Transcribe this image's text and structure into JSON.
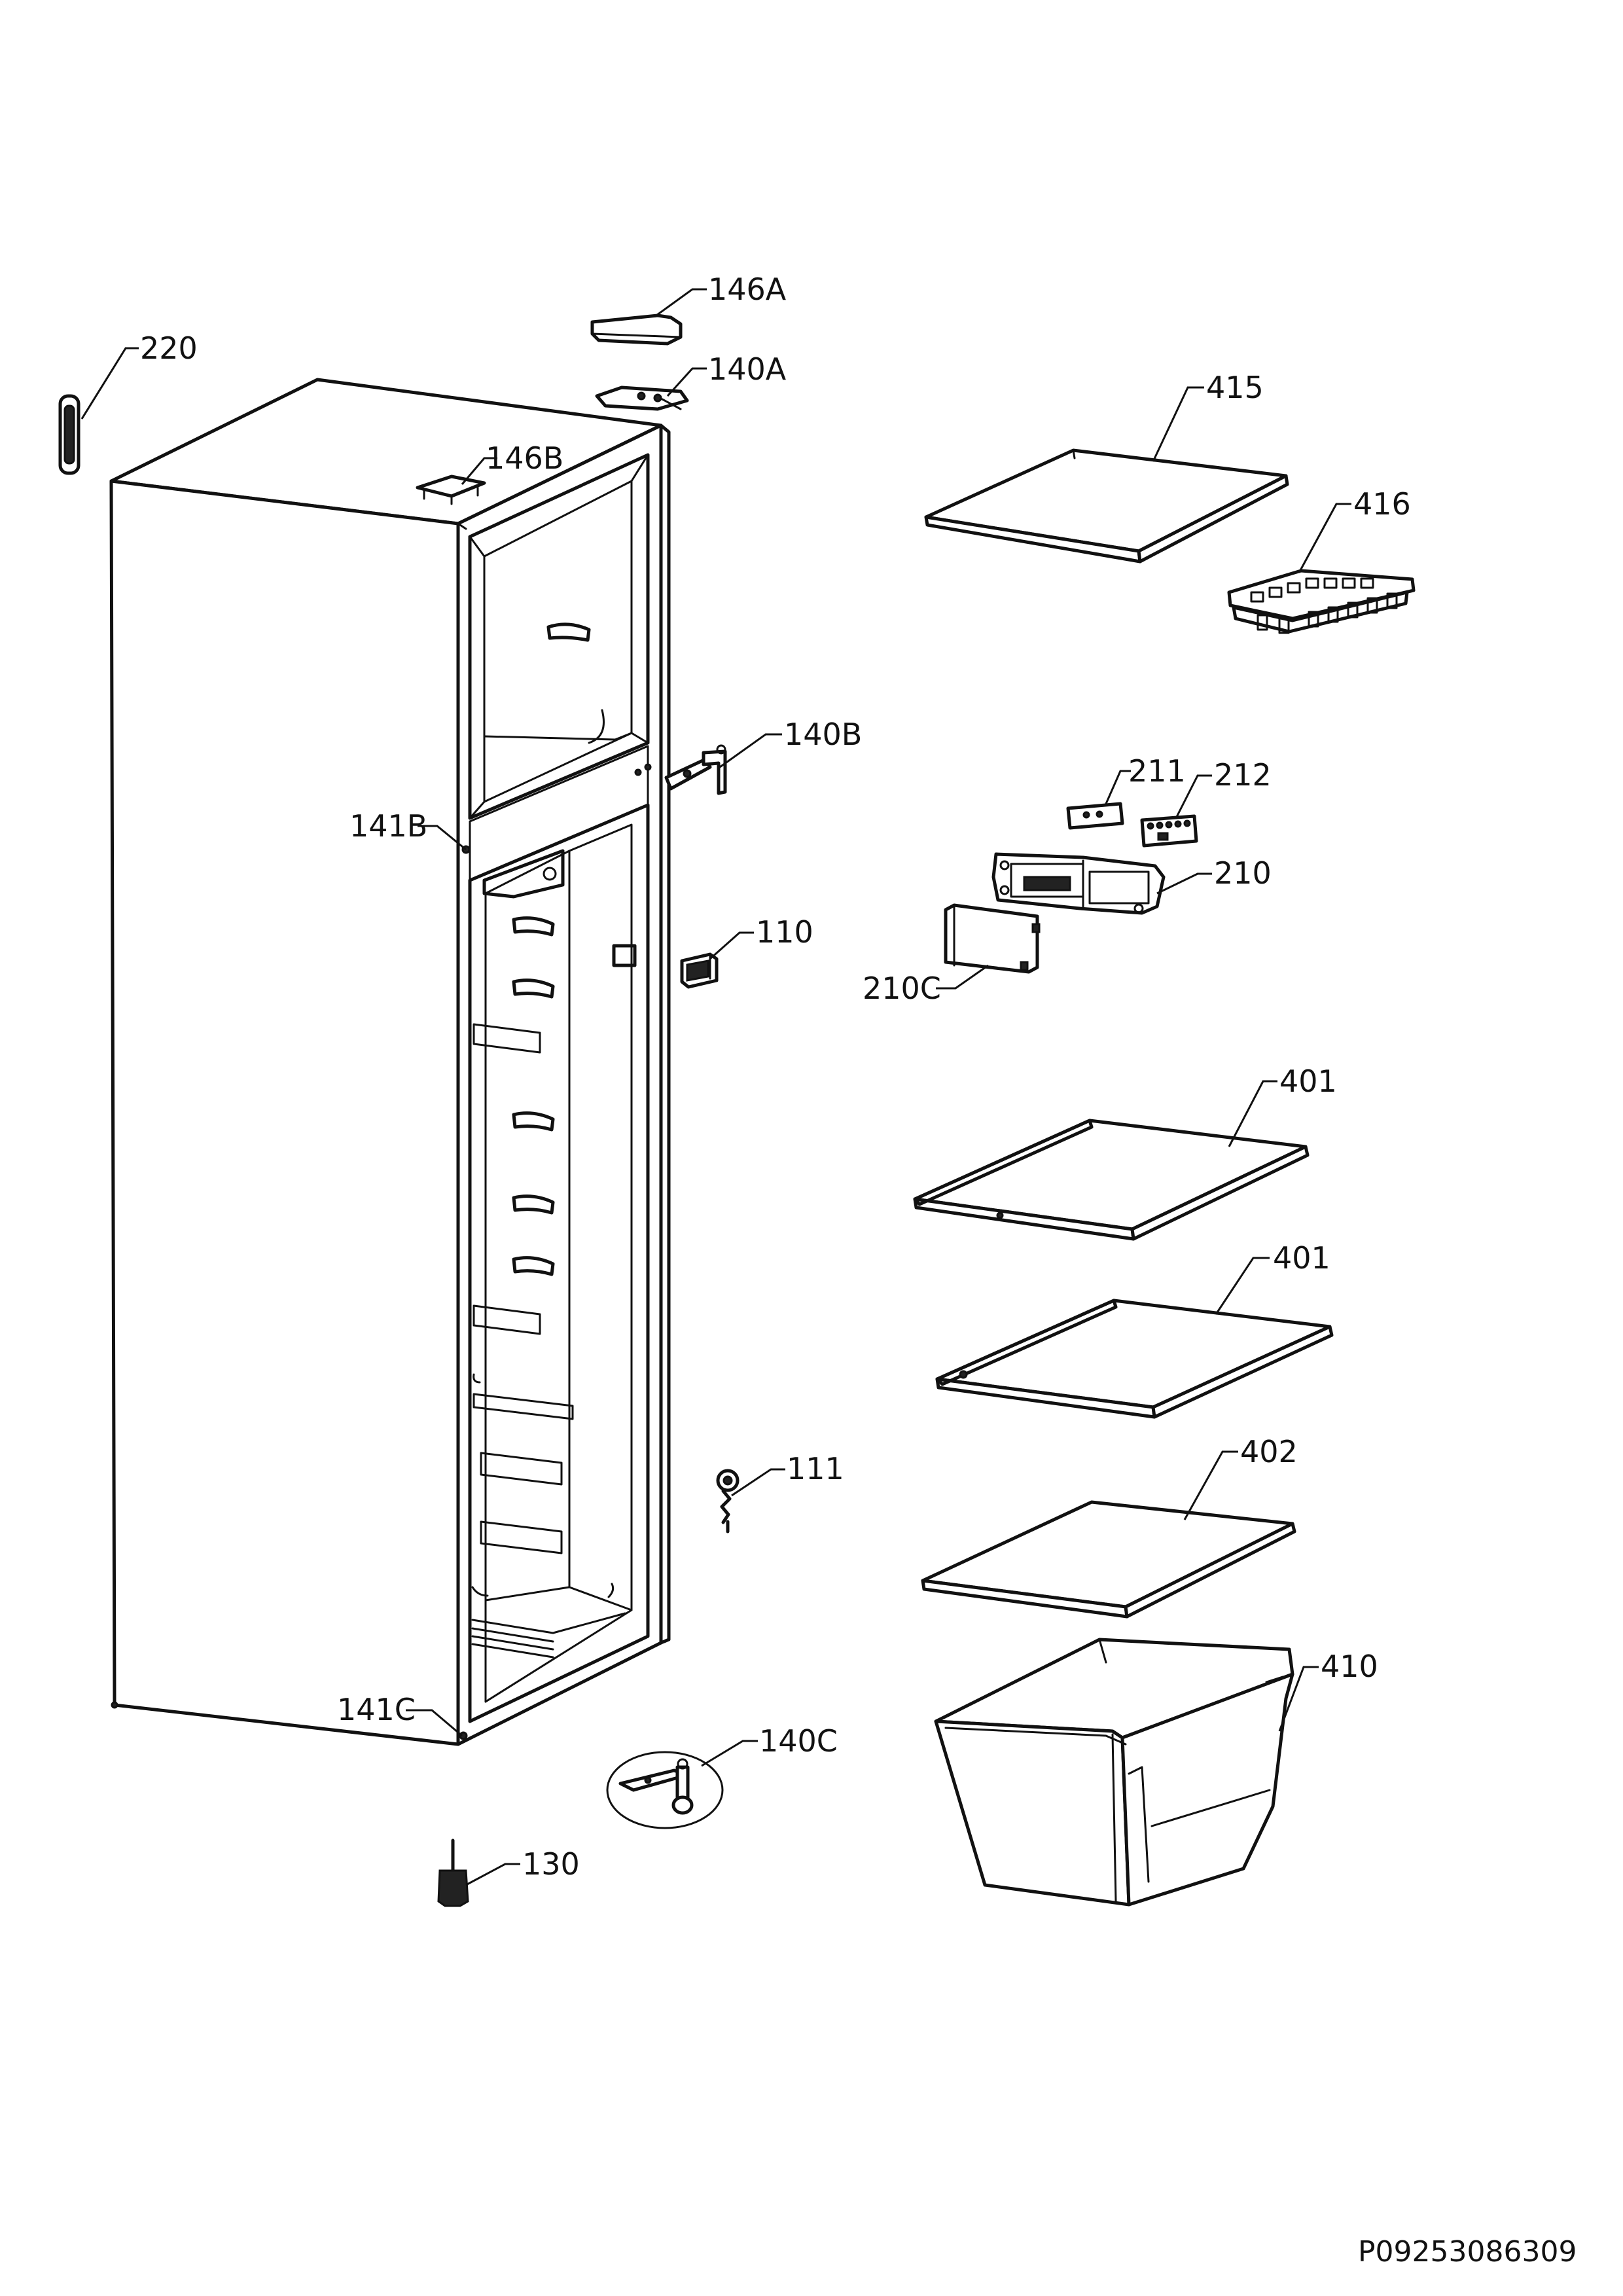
{
  "document_number": "P09253086309",
  "part_labels": {
    "p146A": "146A",
    "p140A": "140A",
    "p220": "220",
    "p146B": "146B",
    "p415": "415",
    "p416": "416",
    "p140B": "140B",
    "p141B": "141B",
    "p211": "211",
    "p212": "212",
    "p210": "210",
    "p110": "110",
    "p210C": "210C",
    "p401a": "401",
    "p401b": "401",
    "p111": "111",
    "p402": "402",
    "p410": "410",
    "p141C": "141C",
    "p140C": "140C",
    "p130": "130"
  }
}
